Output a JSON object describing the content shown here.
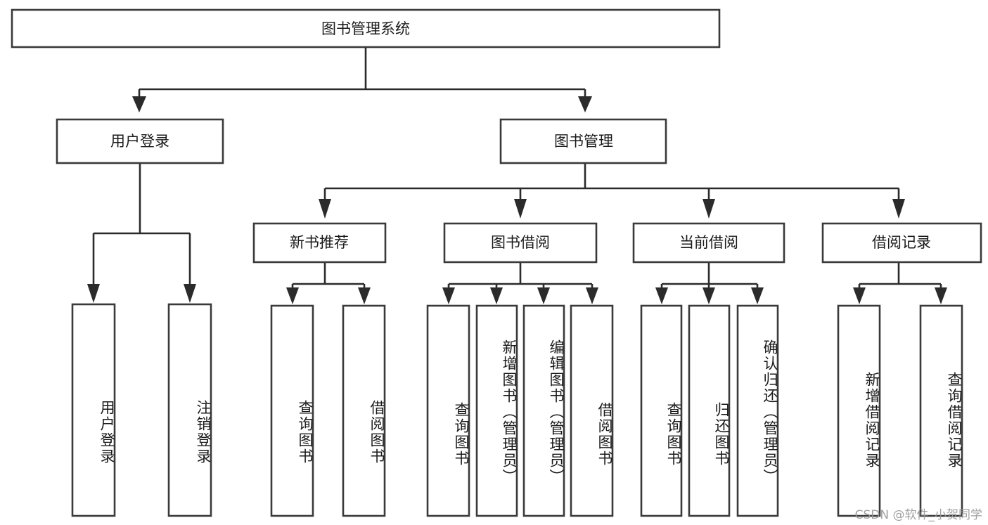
{
  "diagram": {
    "title": "图书管理系统",
    "type": "tree-hierarchy",
    "root": {
      "label": "图书管理系统"
    },
    "level2": [
      {
        "label": "用户登录"
      },
      {
        "label": "图书管理"
      }
    ],
    "level3": [
      {
        "label": "新书推荐"
      },
      {
        "label": "图书借阅"
      },
      {
        "label": "当前借阅"
      },
      {
        "label": "借阅记录"
      }
    ],
    "leaves": {
      "user_login": [
        {
          "label": "用户登录"
        },
        {
          "label": "注销登录"
        }
      ],
      "new_book_recommend": [
        {
          "label": "查询图书"
        },
        {
          "label": "借阅图书"
        }
      ],
      "book_borrow": [
        {
          "label": "查询图书"
        },
        {
          "label": "新增图书（管理员）"
        },
        {
          "label": "编辑图书（管理员）"
        },
        {
          "label": "借阅图书"
        }
      ],
      "current_borrow": [
        {
          "label": "查询图书"
        },
        {
          "label": "归还图书"
        },
        {
          "label": "确认归还（管理员）"
        }
      ],
      "borrow_record": [
        {
          "label": "新增借阅记录"
        },
        {
          "label": "查询借阅记录"
        }
      ]
    }
  },
  "watermark": {
    "text": "CSDN @软件_小贺同学"
  },
  "colors": {
    "box_stroke": "#3a3a3a",
    "line": "#2b2b2b",
    "text": "#1a1a1a",
    "background": "#ffffff",
    "watermark": "#9a9a9a"
  }
}
